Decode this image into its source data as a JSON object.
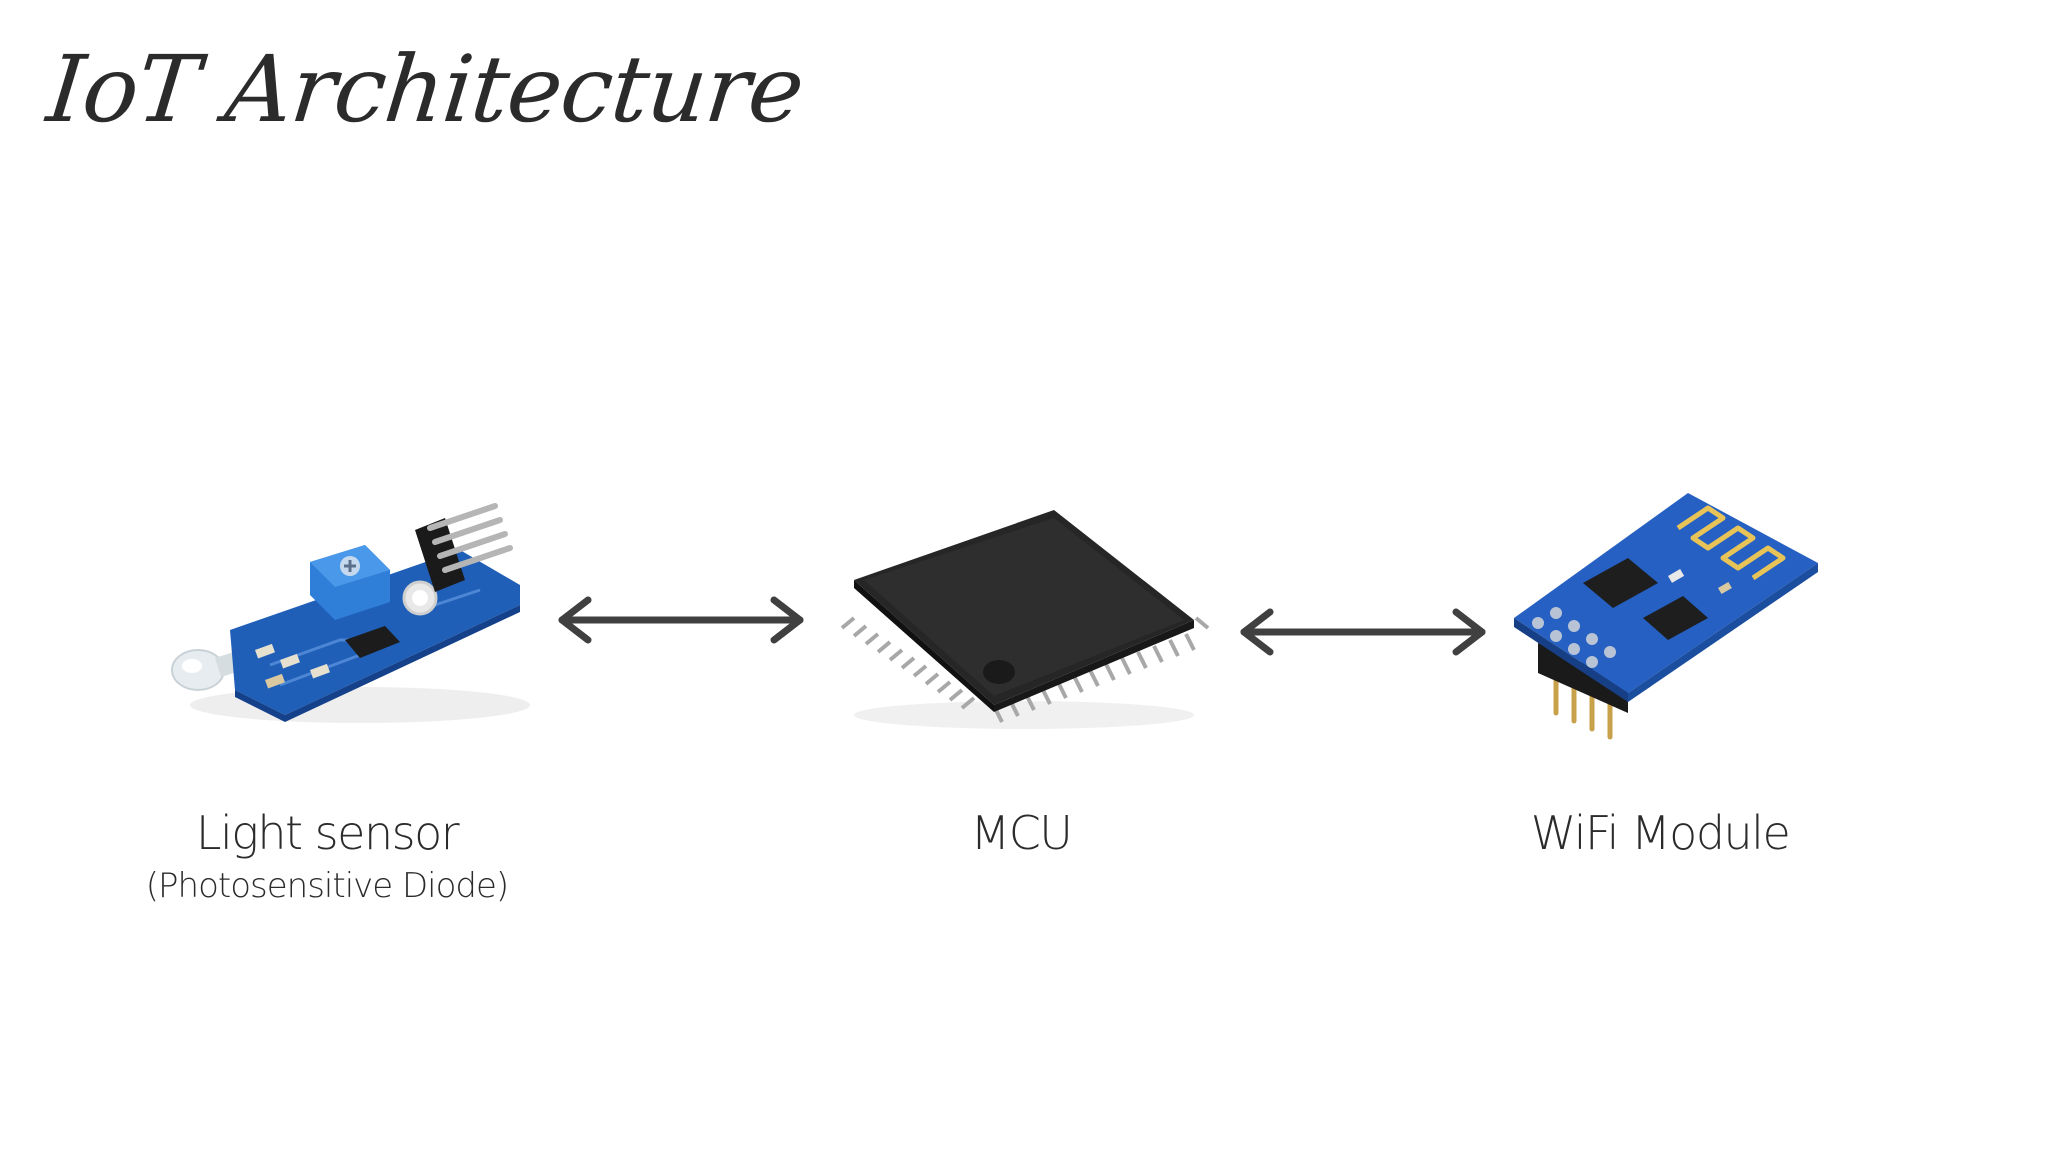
{
  "slide": {
    "title": "IoT Architecture"
  },
  "components": [
    {
      "id": "light-sensor",
      "label": "Light sensor",
      "sublabel": "(Photosensitive Diode)"
    },
    {
      "id": "mcu",
      "label": "MCU"
    },
    {
      "id": "wifi-module",
      "label": "WiFi Module"
    }
  ],
  "connections": [
    {
      "from": "light-sensor",
      "to": "mcu",
      "direction": "bidirectional"
    },
    {
      "from": "mcu",
      "to": "wifi-module",
      "direction": "bidirectional"
    }
  ],
  "colors": {
    "arrow": "#404040",
    "pcb_blue": "#1f5fb8",
    "chip_black": "#262626",
    "pin_silver": "#a8a8a8"
  }
}
